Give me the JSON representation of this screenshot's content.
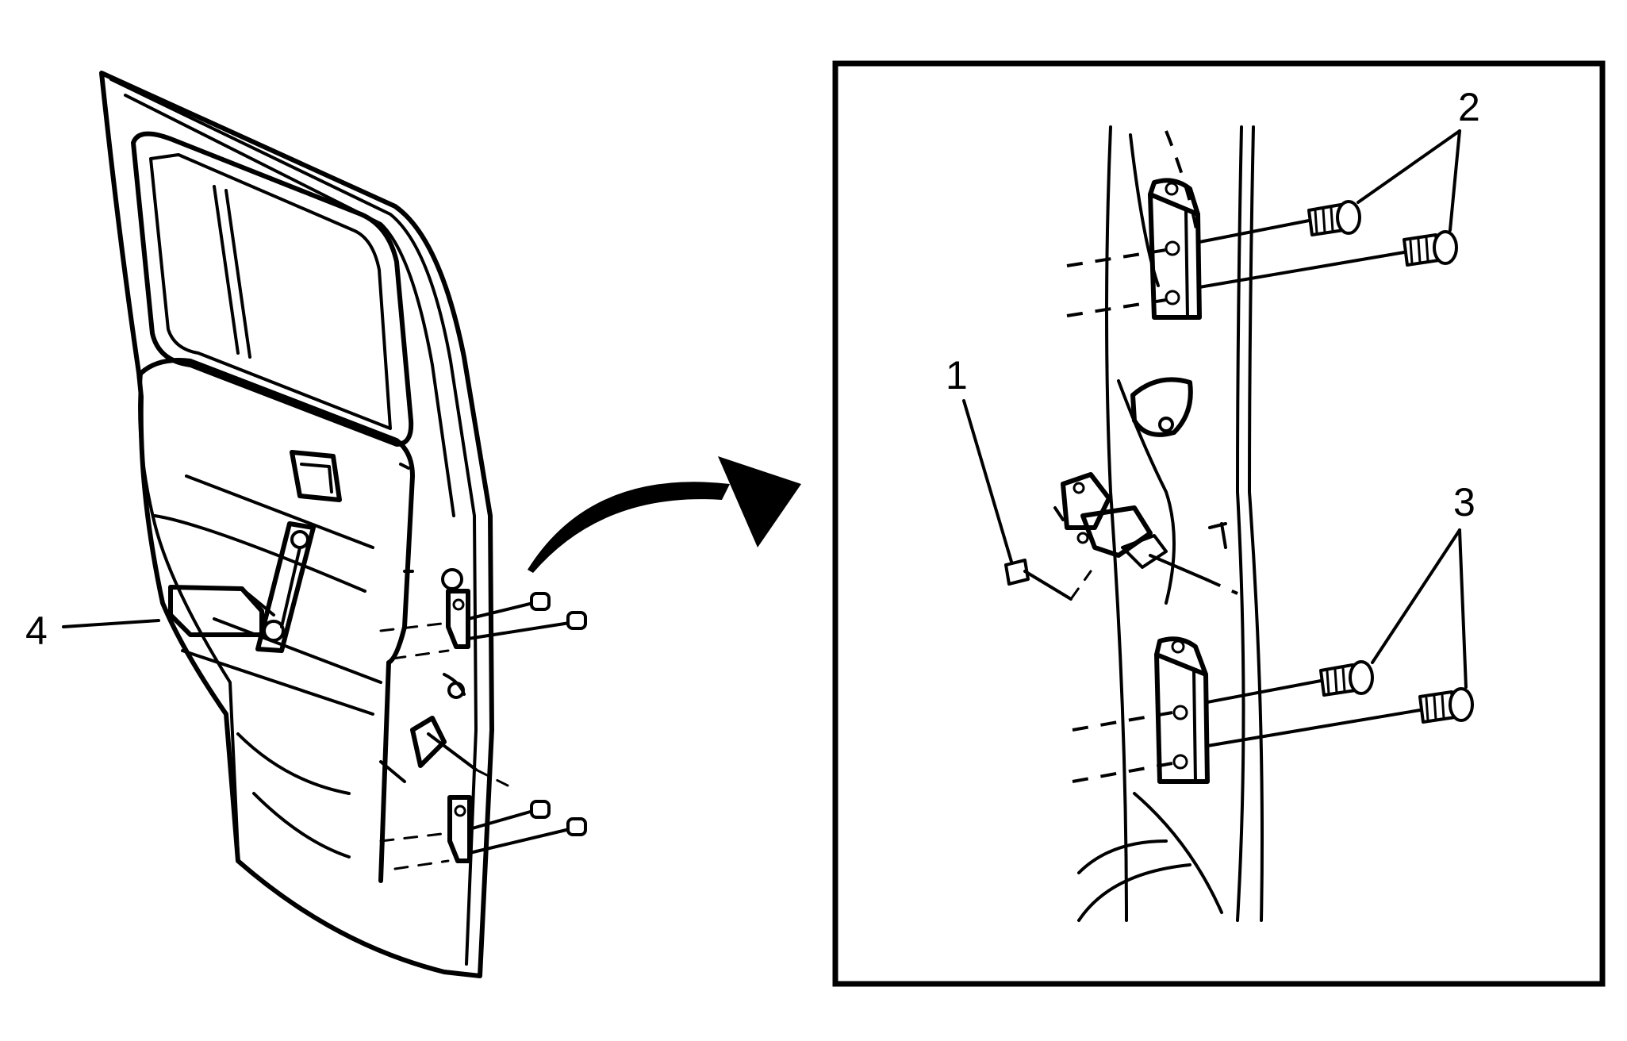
{
  "diagram": {
    "callouts": {
      "nut": "1",
      "upper_bolts": "2",
      "lower_bolts": "3",
      "door": "4"
    }
  },
  "colors": {
    "line": "#000000",
    "background": "#ffffff"
  }
}
